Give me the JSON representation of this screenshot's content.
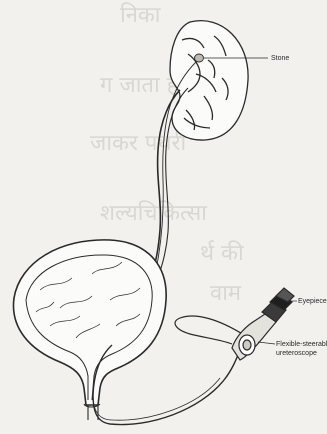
{
  "labels": {
    "stone": "Stone",
    "eyepiece": "Eyepiece",
    "scope_line1": "Flexible-steerable",
    "scope_line2": "ureteroscope"
  },
  "background_text_lines": [
    "निका",
    "ग जाता है",
    "जाकर पथरी",
    "शल्यचिकित्सा",
    "र्थ की",
    "वाम"
  ],
  "colors": {
    "paper": "#f2f1ee",
    "ink": "#2a2a2a",
    "ghost_text": "#d9d7d2"
  }
}
